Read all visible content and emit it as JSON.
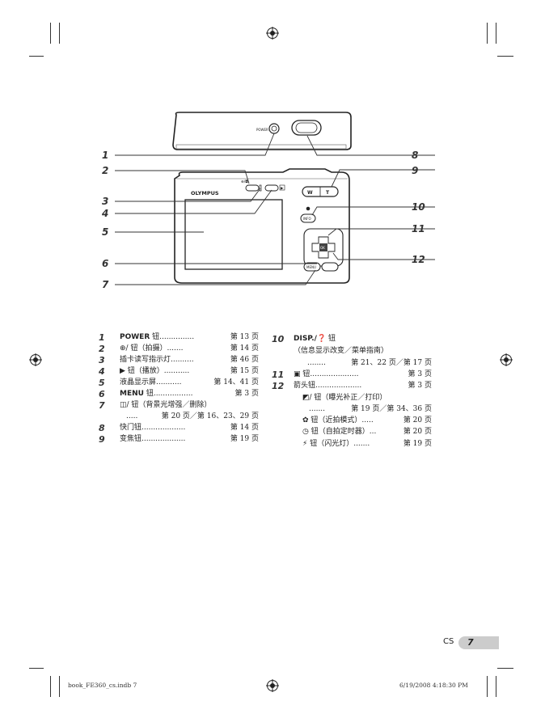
{
  "callouts": [
    "1",
    "2",
    "3",
    "4",
    "5",
    "6",
    "7",
    "8",
    "9",
    "10",
    "11",
    "12"
  ],
  "camera": {
    "brand": "OLYMPUS",
    "power_text": "POWER",
    "zoom_w": "W",
    "zoom_t": "T",
    "info_text": "INFO",
    "menu_text": "MENU",
    "ok_text": "OK",
    "playback_icon": "▶"
  },
  "left_items": [
    {
      "n": "1",
      "label": "POWER",
      "text": " 钮",
      "dots": "...............",
      "page": "第 13 页"
    },
    {
      "n": "2",
      "label": "",
      "text": "/ 钮（拍摄）",
      "dots": ".......",
      "page": "第 14 页"
    },
    {
      "n": "3",
      "label": "",
      "text": "插卡读写指示灯",
      "dots": "..........",
      "page": "第 46 页"
    },
    {
      "n": "4",
      "label": "",
      "text": " 钮（播放）",
      "dots": "...........",
      "page": "第 15 页"
    },
    {
      "n": "5",
      "label": "",
      "text": "液晶显示屏",
      "dots": "...........",
      "page": "第 14、41 页"
    },
    {
      "n": "6",
      "label": "MENU",
      "text": " 钮",
      "dots": ".................",
      "page": "第 3 页"
    },
    {
      "n": "7",
      "label": "",
      "text": "/ 钮（背景光增强／删除）",
      "dots": "",
      "page": ""
    },
    {
      "n": "",
      "label": "",
      "text": "",
      "dots": ".....",
      "page": "第 20 页／第 16、23、29 页"
    },
    {
      "n": "8",
      "label": "",
      "text": "快门钮",
      "dots": "...................",
      "page": "第 14 页"
    },
    {
      "n": "9",
      "label": "",
      "text": "变焦钮",
      "dots": "...................",
      "page": "第 19 页"
    }
  ],
  "right_items": [
    {
      "n": "10",
      "label": "DISP./",
      "text": " 钮",
      "dots": "",
      "page": ""
    },
    {
      "n": "",
      "label": "",
      "text": "（信息显示改变／菜单指南）",
      "dots": "",
      "page": ""
    },
    {
      "n": "",
      "label": "",
      "text": "",
      "dots": "........",
      "page": "第 21、22 页／第 17 页"
    },
    {
      "n": "11",
      "label": "",
      "text": " 钮",
      "dots": ".....................",
      "page": "第 3 页"
    },
    {
      "n": "12",
      "label": "",
      "text": "箭头钮",
      "dots": "....................",
      "page": "第 3 页"
    },
    {
      "n": "",
      "label": "",
      "text": "/ 钮（曝光补正／打印）",
      "dots": "",
      "page": ""
    },
    {
      "n": "",
      "label": "",
      "text": "",
      "dots": ".......",
      "page": "第 19 页／第 34、36 页"
    },
    {
      "n": "",
      "label": "",
      "text": " 钮（近拍模式）",
      "dots": ".....",
      "page": "第 20 页"
    },
    {
      "n": "",
      "label": "",
      "text": " 钮（自拍定时器）",
      "dots": "...",
      "page": "第 20 页"
    },
    {
      "n": "",
      "label": "",
      "text": " 钮（闪光灯）",
      "dots": ".......",
      "page": "第 19 页"
    }
  ],
  "page_label": {
    "lang": "CS",
    "number": "7"
  },
  "footer": {
    "file": "book_FE360_cs.indb   7",
    "date": "6/19/2008   4:18:30 PM"
  }
}
